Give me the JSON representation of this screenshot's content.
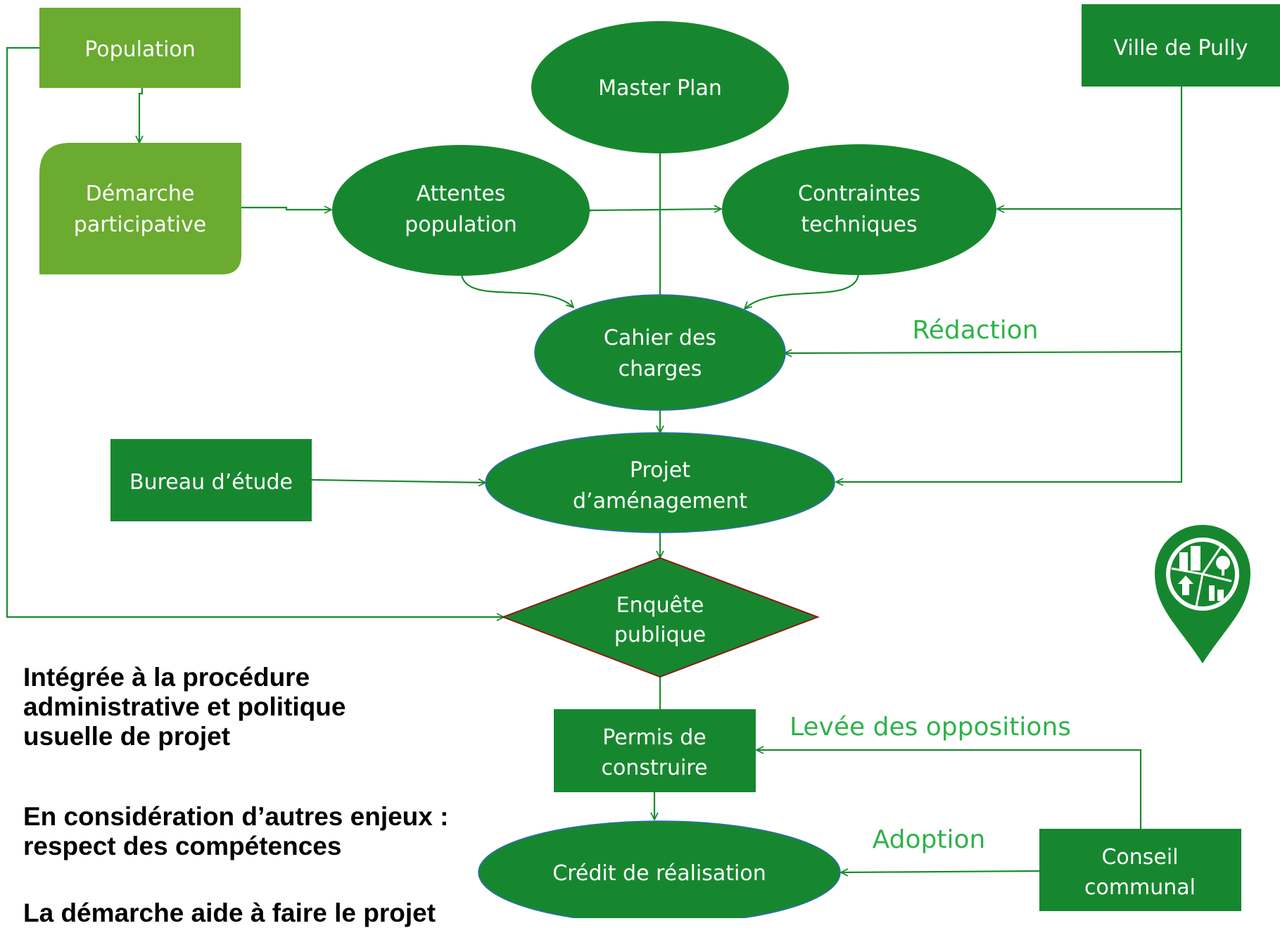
{
  "colors": {
    "dark_green": "#17872f",
    "light_green": "#6aab30",
    "connector": "#1a8a2e",
    "label_green": "#2eb34a",
    "diamond_border": "#8b1a1a",
    "white": "#ffffff"
  },
  "nodes": {
    "population": "Population",
    "ville_de_pully": "Ville de Pully",
    "master_plan": "Master Plan",
    "demarche": [
      "Démarche",
      "participative"
    ],
    "attentes": [
      "Attentes",
      "population"
    ],
    "contraintes": [
      "Contraintes",
      "techniques"
    ],
    "cahier": [
      "Cahier des",
      "charges"
    ],
    "bureau": "Bureau d’étude",
    "projet": [
      "Projet",
      "d’aménagement"
    ],
    "enquete": [
      "Enquête",
      "publique"
    ],
    "permis": [
      "Permis de",
      "construire"
    ],
    "credit": "Crédit de réalisation",
    "conseil": [
      "Conseil",
      "communal"
    ]
  },
  "edge_labels": {
    "redaction": "Rédaction",
    "levee": "Levée des oppositions",
    "adoption": "Adoption"
  },
  "notes": [
    [
      "Intégrée à la procédure",
      "administrative et politique",
      "usuelle de projet"
    ],
    [
      "En considération d’autres enjeux :",
      "respect des compétences"
    ],
    [
      "La démarche aide à faire le projet"
    ]
  ],
  "logo_icon": "city-map-pin-icon"
}
